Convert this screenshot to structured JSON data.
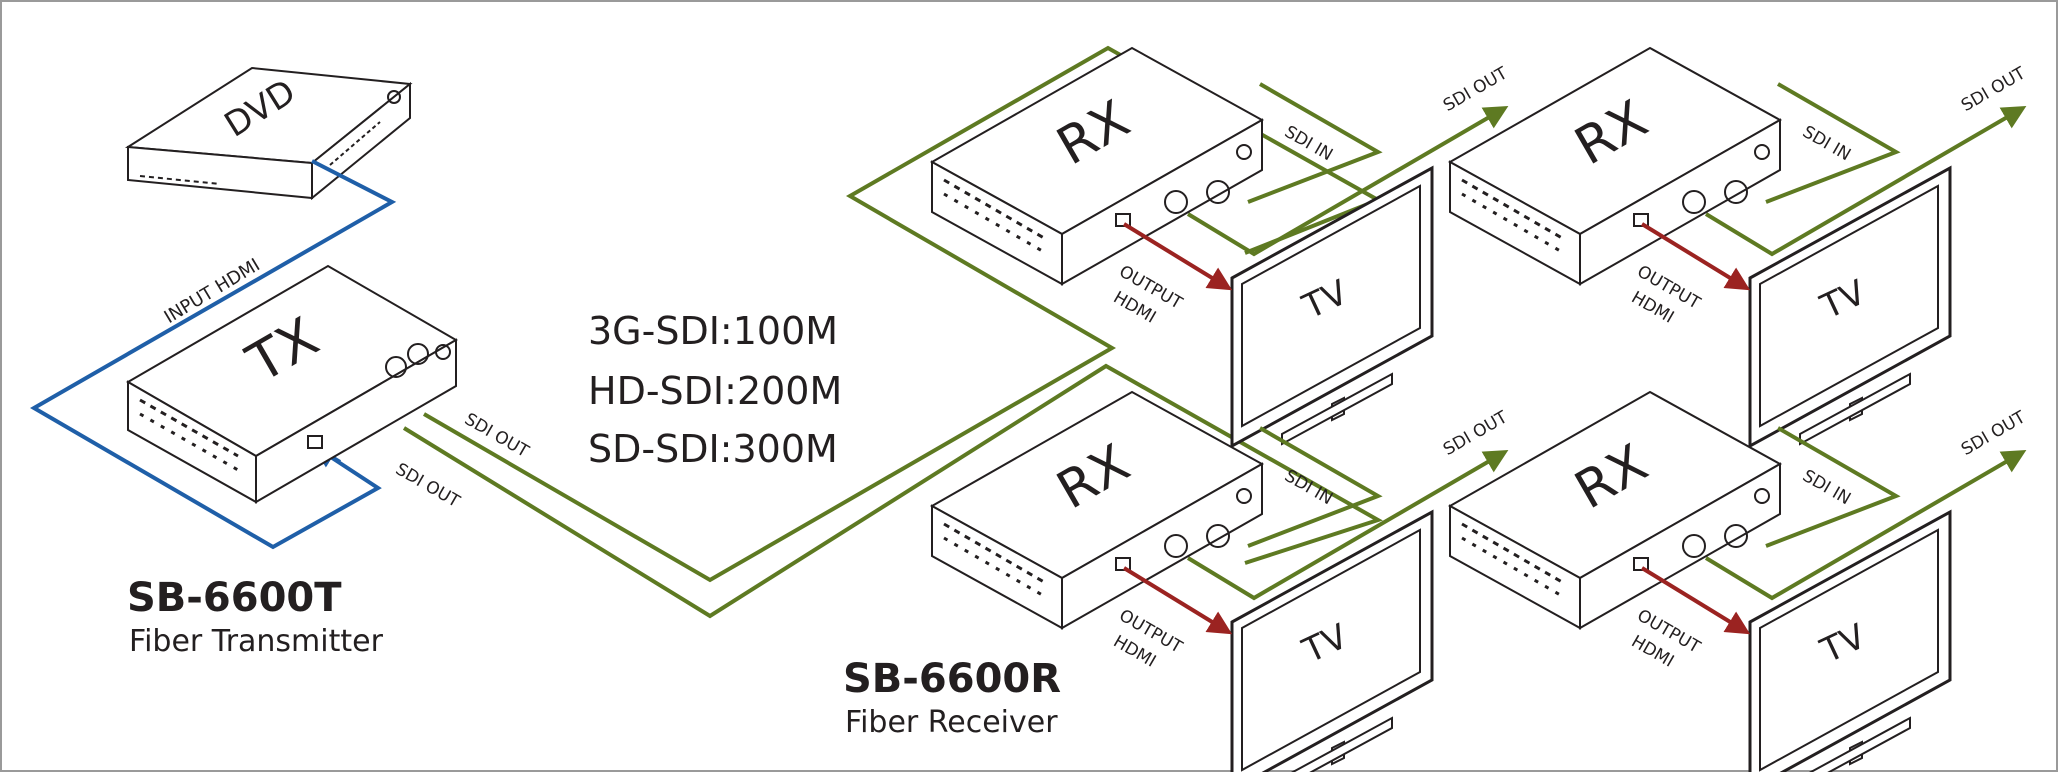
{
  "devices": {
    "dvd": "DVD",
    "tx": "TX",
    "rx": "RX",
    "tv": "TV"
  },
  "ports": {
    "input_hdmi": "INPUT HDMI",
    "sdi_out": "SDI OUT",
    "sdi_in": "SDI IN",
    "output": "OUTPUT",
    "hdmi": "HDMI"
  },
  "specs": [
    "3G-SDI:100M",
    "HD-SDI:200M",
    "SD-SDI:300M"
  ],
  "transmitter": {
    "model": "SB-6600T",
    "description": "Fiber Transmitter"
  },
  "receiver": {
    "model": "SB-6600R",
    "description": "Fiber Receiver"
  },
  "colors": {
    "hdmi_cable": "#1f5fa8",
    "sdi_cable": "#5e7a22",
    "hdmi_output_arrow": "#9b2321",
    "outline": "#231f20"
  }
}
